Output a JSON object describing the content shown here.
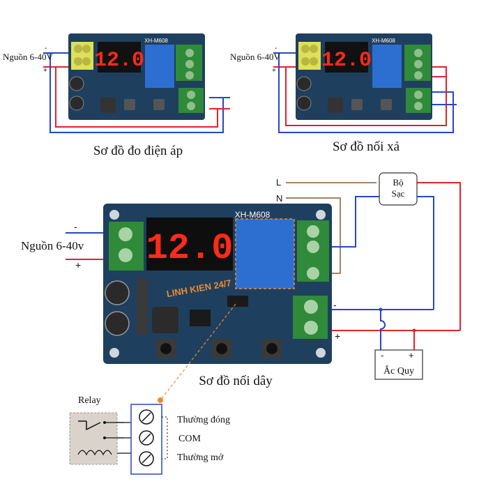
{
  "diagrams": {
    "voltage_measure": {
      "caption": "Sơ đồ đo điện áp",
      "source_label": "Nguồn 6-40V",
      "minus": "-",
      "plus": "+",
      "display": "12.0",
      "model": "XH-M608"
    },
    "discharge": {
      "caption": "Sơ đồ nối xả",
      "source_label": "Nguồn 6-40V",
      "minus": "-",
      "plus": "+",
      "display": "12.0",
      "model": "XH-M608"
    },
    "wiring": {
      "caption": "Sơ đồ nối dây",
      "source_label": "Nguồn 6-40v",
      "minus": "-",
      "plus": "+",
      "display": "12.0",
      "model": "XH-M608",
      "watermark": "LINH KIEN 24/7",
      "line_label": "L",
      "neutral_label": "N",
      "charger_line1": "Bộ",
      "charger_line2": "Sạc",
      "battery_label": "Ắc Quy",
      "battery_minus": "-",
      "battery_plus": "+",
      "out_minus": "-",
      "out_plus": "+"
    },
    "relay_detail": {
      "title": "Relay",
      "nc_label": "Thường đóng",
      "com_label": "COM",
      "no_label": "Thường mở"
    }
  },
  "colors": {
    "wire_red": "#e0232a",
    "wire_blue": "#2447c8",
    "wire_brown": "#8a5a2b",
    "pcb": "#1f3f5e",
    "digit": "#ff2a1a",
    "relay": "#2d6fd1",
    "terminal": "#2f8a3a",
    "callout": "#f08a2c"
  }
}
